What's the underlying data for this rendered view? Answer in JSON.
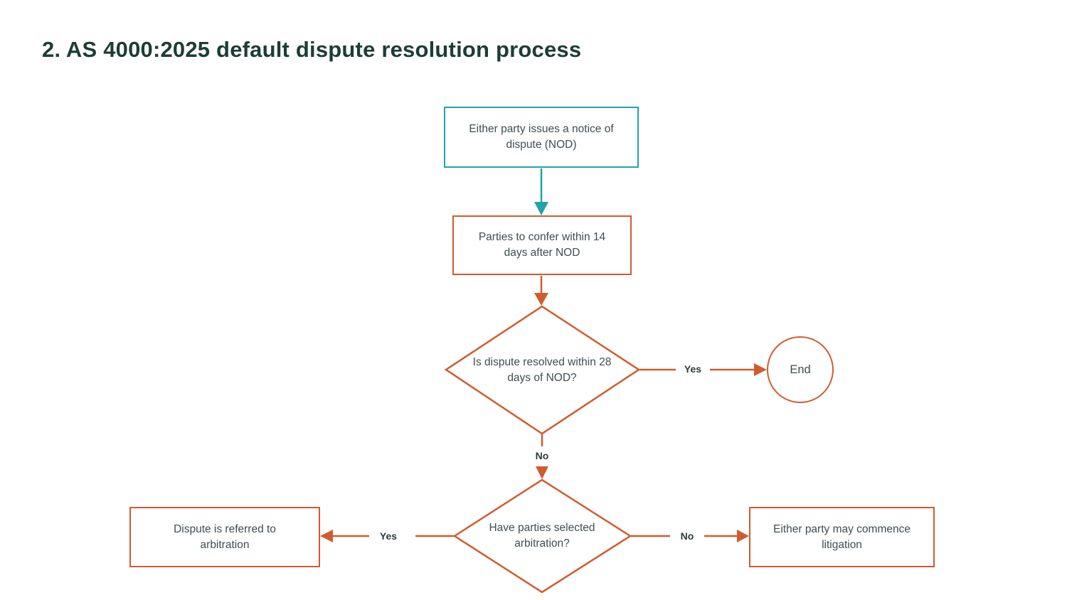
{
  "title": "2. AS 4000:2025 default dispute resolution process",
  "colors": {
    "teal": "#1FA3AD",
    "orange": "#D15B2E",
    "heading": "#1D3C35",
    "node_text": "#3F4D52",
    "label_text": "#2F3B3E"
  },
  "nodes": {
    "notice": {
      "text": "Either party issues a notice of dispute (NOD)"
    },
    "confer": {
      "text": "Parties to confer within 14 days after NOD"
    },
    "resolved_decision": {
      "text": "Is dispute resolved within 28 days of NOD?"
    },
    "end": {
      "text": "End"
    },
    "arbitration_decision": {
      "text": "Have parties selected arbitration?"
    },
    "arbitration": {
      "text": "Dispute is referred to arbitration"
    },
    "litigation": {
      "text": "Either party may commence litigation"
    }
  },
  "edge_labels": {
    "resolved_yes": "Yes",
    "resolved_no": "No",
    "arbitration_yes": "Yes",
    "arbitration_no": "No"
  }
}
